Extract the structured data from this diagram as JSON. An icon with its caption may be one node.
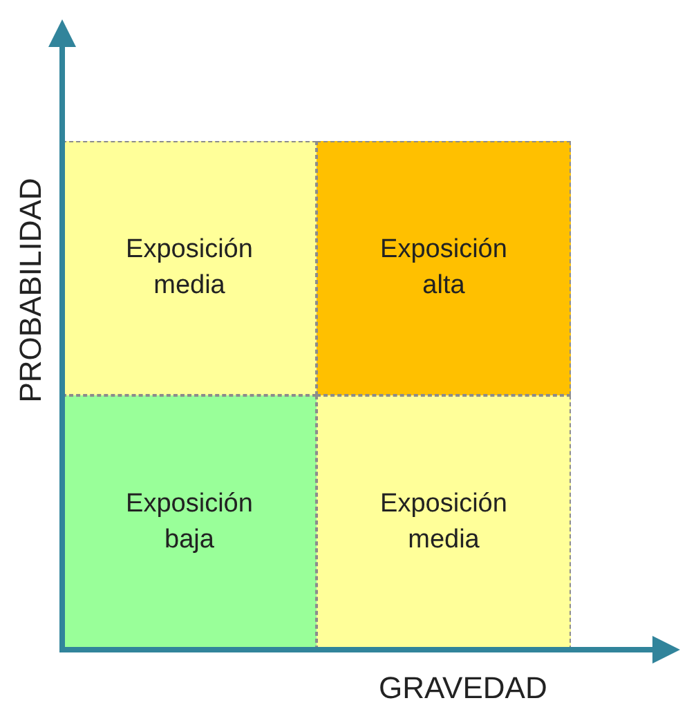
{
  "diagram": {
    "nodes": [
      {
        "text": [
          "Exposición media"
        ]
      },
      {
        "text": [
          "Exposición alta"
        ]
      },
      {
        "text": [
          "Exposición baja"
        ]
      },
      {
        "text": [
          "Exposición media"
        ]
      }
    ],
    "labels": [
      "PROBABILIDAD",
      "GRAVEDAD"
    ]
  }
}
